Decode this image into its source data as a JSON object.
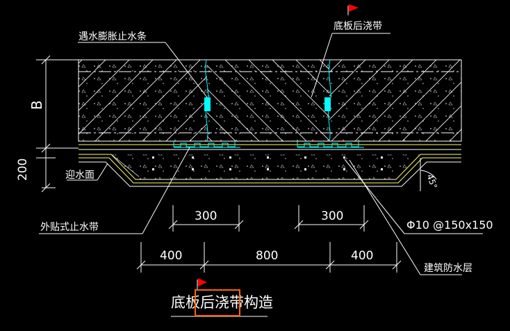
{
  "labels": {
    "swelling_strip": "遇水膨胀止水条",
    "post_pour_strip_top": "底板后浇带",
    "dim_b": "B",
    "dim_200": "200",
    "water_face": "迎水面",
    "external_waterstop": "外贴式止水带",
    "rebar_spec": "Φ10 @150x150",
    "waterproof_layer": "建筑防水层",
    "angle": "45°",
    "dim_300_left": "300",
    "dim_300_right": "300",
    "dim_400_left": "400",
    "dim_800": "800",
    "dim_400_right": "400"
  },
  "title": {
    "part1": "底板",
    "part2": "后浇带",
    "part3": "构造"
  },
  "colors": {
    "background": "#000000",
    "white": "#ffffff",
    "yellow": "#ffff66",
    "cyan": "#00ffff",
    "red_flag": "#ff0000",
    "orange_box": "#ff6600"
  }
}
